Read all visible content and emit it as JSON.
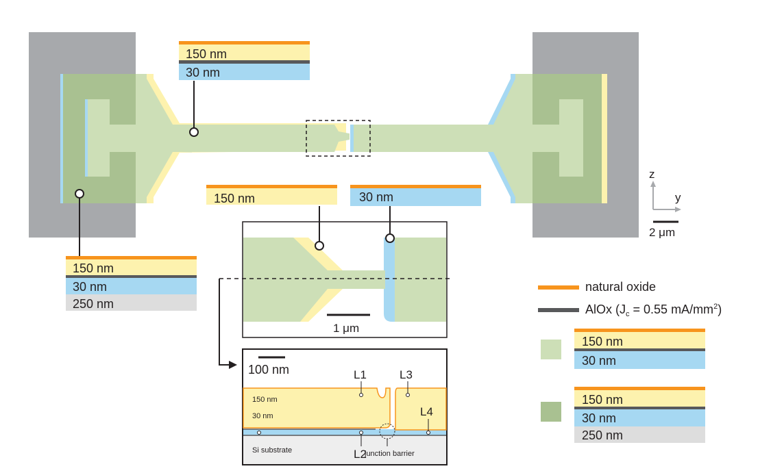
{
  "colors": {
    "pad_grey": "#a7a9ac",
    "film_green_light": "#cddfb7",
    "film_green_dark": "#a9c191",
    "film_yellow": "#fdf2ae",
    "film_blue": "#a6d8f2",
    "substrate": "#eeeeee",
    "grey_layer": "#dddddd",
    "natural_oxide": "#f7941d",
    "alox": "#58595b",
    "line": "#231f20"
  },
  "stacks": {
    "top_left": [
      "150 nm",
      "30 nm"
    ],
    "mid_left": "150 nm",
    "mid_right": "30 nm",
    "bottom_left": [
      "150 nm",
      "30 nm",
      "250 nm"
    ]
  },
  "scale_bars": {
    "main": "2 μm",
    "zoom": "1 μm",
    "cross_section": "100 nm"
  },
  "axes": {
    "z": "z",
    "y": "y"
  },
  "cross_section": {
    "L1": "L1",
    "L2": "L2",
    "L3": "L3",
    "L4": "L4",
    "layer_150": "150 nm",
    "layer_30": "30 nm",
    "substrate": "Si substrate",
    "junction": "junction barrier"
  },
  "legend": {
    "natural_oxide": "natural oxide",
    "alox_prefix": "AlOx (J",
    "alox_sub": "c",
    "alox_mid": " = 0.55 mA/mm",
    "alox_sup": "2",
    "alox_suffix": ")",
    "stack_a": [
      "150 nm",
      "30 nm"
    ],
    "stack_b": [
      "150 nm",
      "30 nm",
      "250 nm"
    ]
  }
}
